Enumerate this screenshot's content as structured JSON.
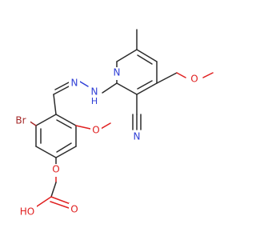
{
  "atoms": {
    "br": "Br",
    "n_hydrazone_1": "N",
    "n_hydrazone_2": "N",
    "h_hydrazone": "H",
    "n_pyridine": "N",
    "n_nitrile": "N",
    "o_methoxy_ring": "O",
    "o_ether_side": "O",
    "o_aryl_ether": "O",
    "o_carbonyl": "O",
    "o_hydroxyl": "HO"
  },
  "colors": {
    "carbon": "#2b2b2b",
    "nitrogen": "#2f3fd6",
    "oxygen": "#e02020",
    "bromine": "#a52a2a"
  }
}
